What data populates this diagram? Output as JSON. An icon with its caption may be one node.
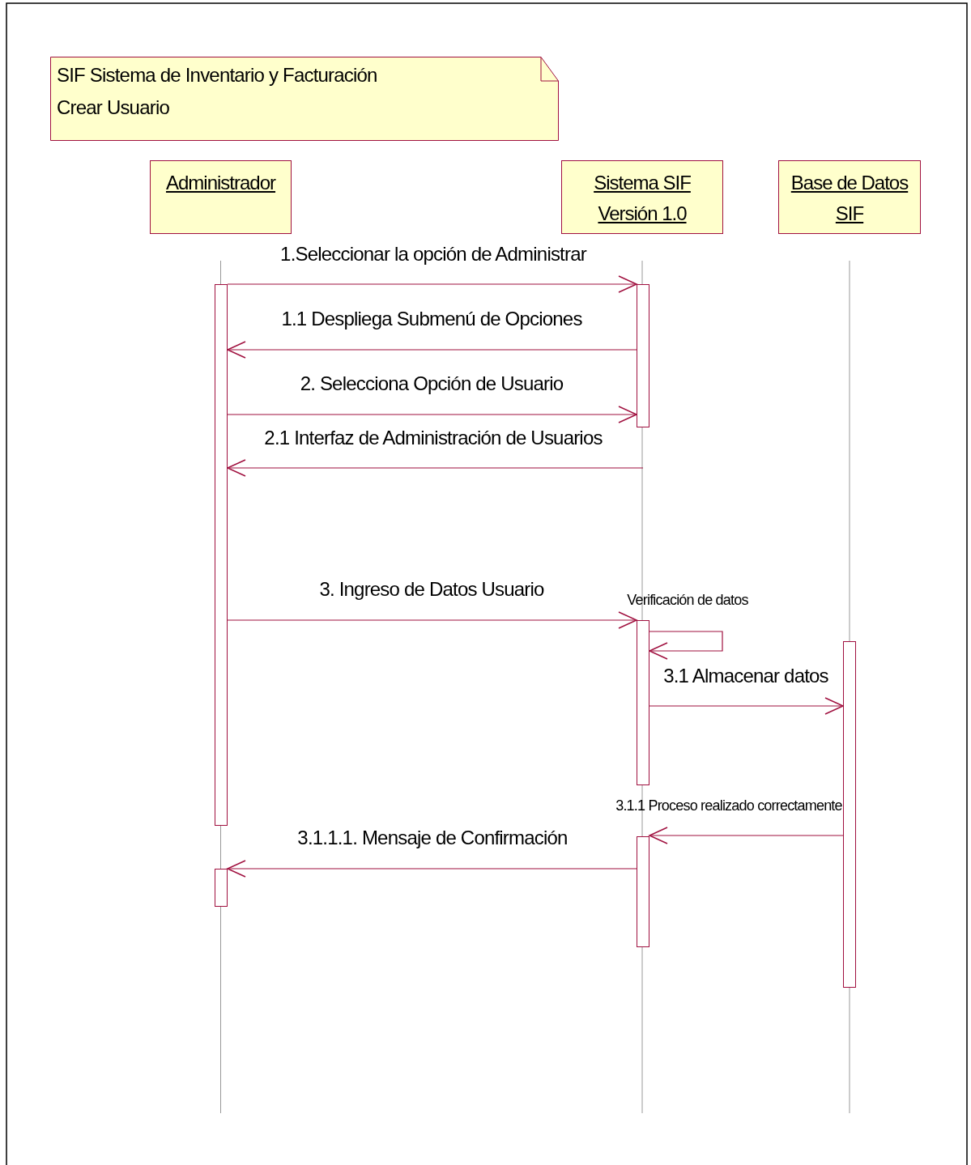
{
  "diagram": {
    "nodes": [
      {
        "text": [
          "SIF Sistema de Inventario y Facturación",
          "Crear Usuario"
        ]
      },
      {
        "text": [
          "Administrador"
        ]
      },
      {
        "text": [
          "Sistema SIF Versión 1.0"
        ]
      },
      {
        "text": [
          "Base de Datos SIF"
        ]
      },
      {
        "text": [],
        "shape": "bar"
      },
      {
        "text": [],
        "shape": "bar"
      },
      {
        "text": [],
        "shape": "bar"
      },
      {
        "text": [],
        "shape": "bar"
      },
      {
        "text": [],
        "shape": "bar"
      },
      {
        "text": [],
        "shape": "bar"
      }
    ],
    "edges": [
      {
        "from": 4,
        "to": 6,
        "arrow": "to",
        "label": "1.Seleccionar la opción de Administrar"
      },
      {
        "from": 6,
        "to": 4,
        "arrow": "to",
        "label": "1.1 Despliega Submenú de Opciones"
      },
      {
        "from": 4,
        "to": 6,
        "arrow": "to",
        "label": "2. Selecciona Opción de Usuario"
      },
      {
        "from": null,
        "to": 4,
        "arrow": "to",
        "label": "2.1 Interfaz de Administración de Usuarios"
      },
      {
        "from": 4,
        "to": 7,
        "arrow": "to",
        "label": "3. Ingreso de Datos Usuario"
      },
      {
        "from": 7,
        "to": 7,
        "arrow": "to",
        "label": "Verificación de datos"
      },
      {
        "from": 7,
        "to": 9,
        "arrow": "to",
        "label": "3.1 Almacenar datos"
      },
      {
        "from": 9,
        "to": 8,
        "arrow": "to",
        "label": "3.1.1 Proceso realizado correctamente"
      },
      {
        "from": 8,
        "to": 5,
        "arrow": "to",
        "label": "3.1.1.1. Mensaje de Confirmación"
      }
    ]
  }
}
